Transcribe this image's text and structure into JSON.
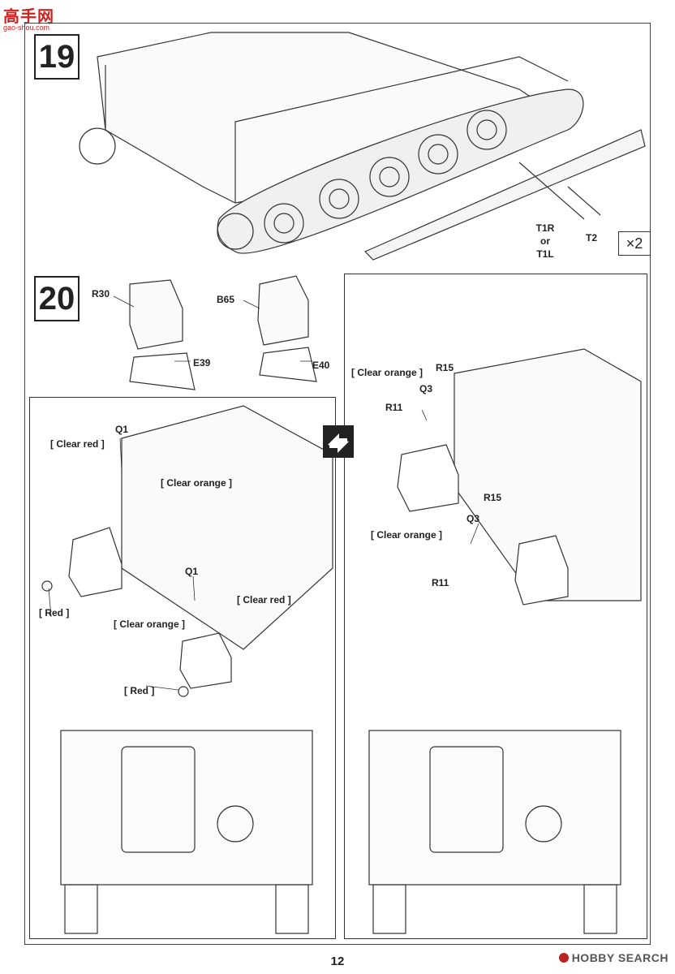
{
  "watermark": {
    "title": "高手网",
    "sub": "gao-shou.com"
  },
  "steps": [
    {
      "number": "19"
    },
    {
      "number": "20"
    }
  ],
  "step19": {
    "t1r": "T1R",
    "or": "or",
    "t1l": "T1L",
    "t2": "T2",
    "multiplier": "×2"
  },
  "step20": {
    "r30": "R30",
    "e39": "E39",
    "b65": "B65",
    "e40": "E40",
    "left": {
      "clear_red_1": "[ Clear red ]",
      "q1_a": "Q1",
      "clear_orange_1": "[ Clear orange ]",
      "red_1": "[ Red ]",
      "q1_b": "Q1",
      "clear_red_2": "[ Clear red ]",
      "clear_orange_2": "[ Clear orange ]",
      "red_2": "[ Red ]"
    },
    "right": {
      "clear_orange_1": "[ Clear orange ]",
      "r15_a": "R15",
      "q3_a": "Q3",
      "r11_a": "R11",
      "r15_b": "R15",
      "q3_b": "Q3",
      "clear_orange_2": "[ Clear orange ]",
      "r11_b": "R11"
    }
  },
  "footer": {
    "page_number": "12",
    "brand": "HOBBY SEARCH"
  }
}
